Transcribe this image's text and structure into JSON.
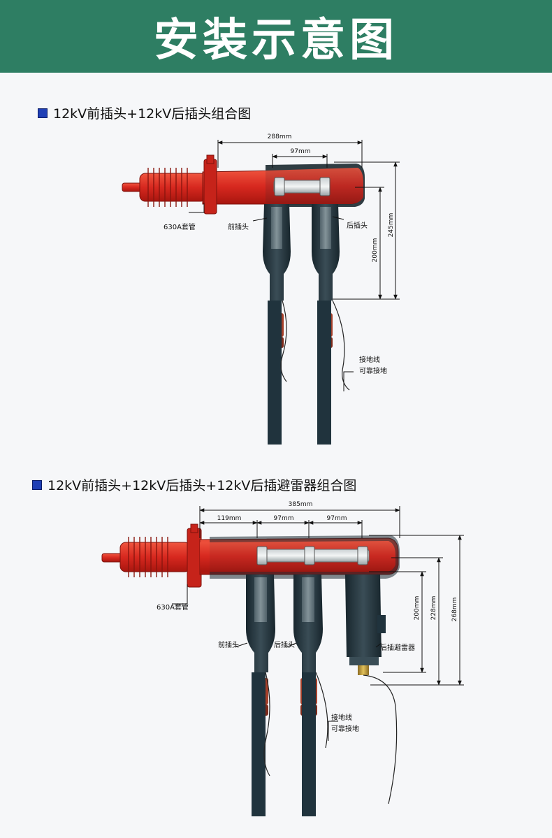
{
  "banner": {
    "title": "安装示意图"
  },
  "colors": {
    "banner": "#2e7e63",
    "body_red": "#e0382b",
    "cable": "#20333d",
    "marker": "#1f3fb5"
  },
  "diagram1": {
    "title": "12kV前插头+12kV后插头组合图",
    "dims": {
      "total_width": "288mm",
      "spacing": "97mm",
      "height_outer": "245mm",
      "height_inner": "200mm"
    },
    "labels": {
      "bushing": "630A套管",
      "front_plug": "前插头",
      "rear_plug": "后插头",
      "ground_line1": "接地线",
      "ground_line2": "可靠接地"
    }
  },
  "diagram2": {
    "title": "12kV前插头+12kV后插头+12kV后插避雷器组合图",
    "dims": {
      "total_width": "385mm",
      "spacing_a": "119mm",
      "spacing_b": "97mm",
      "spacing_c": "97mm",
      "height_a": "200mm",
      "height_b": "228mm",
      "height_c": "268mm"
    },
    "labels": {
      "bushing": "630A套管",
      "front_plug": "前插头",
      "rear_plug": "后插头",
      "arrester": "后插避雷器",
      "ground_line1": "接地线",
      "ground_line2": "可靠接地"
    }
  }
}
